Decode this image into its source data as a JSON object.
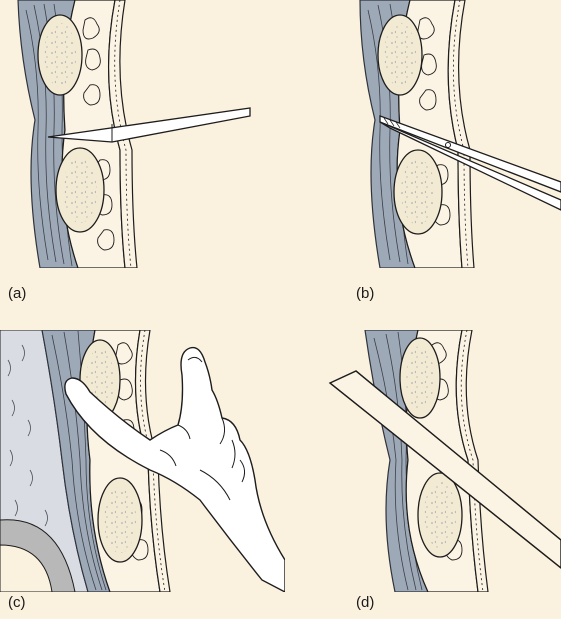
{
  "figure": {
    "panels": [
      {
        "id": "a",
        "label": "(a)"
      },
      {
        "id": "b",
        "label": "(b)"
      },
      {
        "id": "c",
        "label": "(c)"
      },
      {
        "id": "d",
        "label": "(d)"
      }
    ]
  },
  "colors": {
    "background": "#fbf1df",
    "muscle": "#9ea9b8",
    "muscle_stroke": "#3b3f47",
    "fat": "#f3ead3",
    "tissue_layer": "#fbf3e3",
    "instrument": "#ffffff",
    "outline": "#1d1d1d",
    "bone_grey": "#b8b8b8"
  }
}
